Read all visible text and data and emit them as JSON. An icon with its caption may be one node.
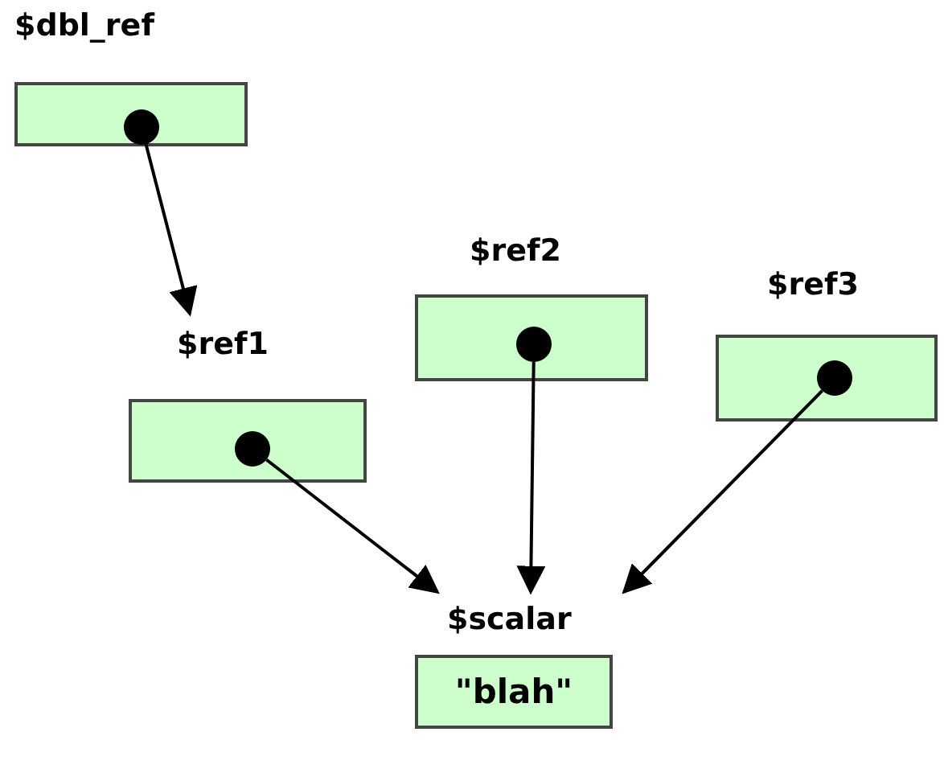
{
  "diagram": {
    "nodes": [
      {
        "text": [
          "$dbl_ref"
        ]
      },
      {
        "text": [],
        "shape": "circle",
        "in": 0
      },
      {
        "text": [
          "$ref1"
        ]
      },
      {
        "text": [],
        "shape": "circle",
        "in": 2
      },
      {
        "text": [
          "$ref2"
        ]
      },
      {
        "text": [],
        "shape": "circle",
        "in": 4
      },
      {
        "text": [
          "$ref3"
        ]
      },
      {
        "text": [],
        "shape": "circle",
        "in": 6
      },
      {
        "text": [
          "$scalar",
          "\"blah\""
        ]
      }
    ],
    "edges": [
      {
        "from": 1,
        "to": 2,
        "arrow": "to"
      },
      {
        "from": 3,
        "to": 8,
        "arrow": "to"
      },
      {
        "from": 5,
        "to": 8,
        "arrow": "to"
      },
      {
        "from": 7,
        "to": 8,
        "arrow": "to"
      }
    ]
  }
}
